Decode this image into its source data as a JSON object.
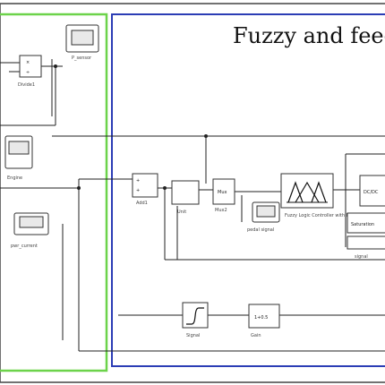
{
  "title": "Fuzzy and feed",
  "colors": {
    "green_frame": "#6cd34a",
    "blue_frame": "#2b3db5",
    "dark_frame": "#444444"
  },
  "labels": {
    "divide": "Divide1",
    "p_sensor": "P_sensor",
    "engine": "Engine",
    "pw_current": "pwr_current",
    "add": "Add1",
    "unit": "Unit",
    "mux": "Mux2",
    "fuzzy": "Fuzzy Logic Controller with Ruleviewer",
    "pedal": "pedal signal",
    "signal": "signal",
    "gain": "Gain",
    "step": "Signal"
  },
  "block_text": {
    "mux": "Mux",
    "dc": "DC/DC",
    "sat": "Saturation",
    "gain": "1+0.5",
    "divide_x": "×",
    "divide_d": "÷"
  },
  "icons": [
    "scope-icon",
    "fuzzy-logic-icon",
    "sum-icon",
    "divide-icon",
    "saturation-icon",
    "gain-icon"
  ]
}
